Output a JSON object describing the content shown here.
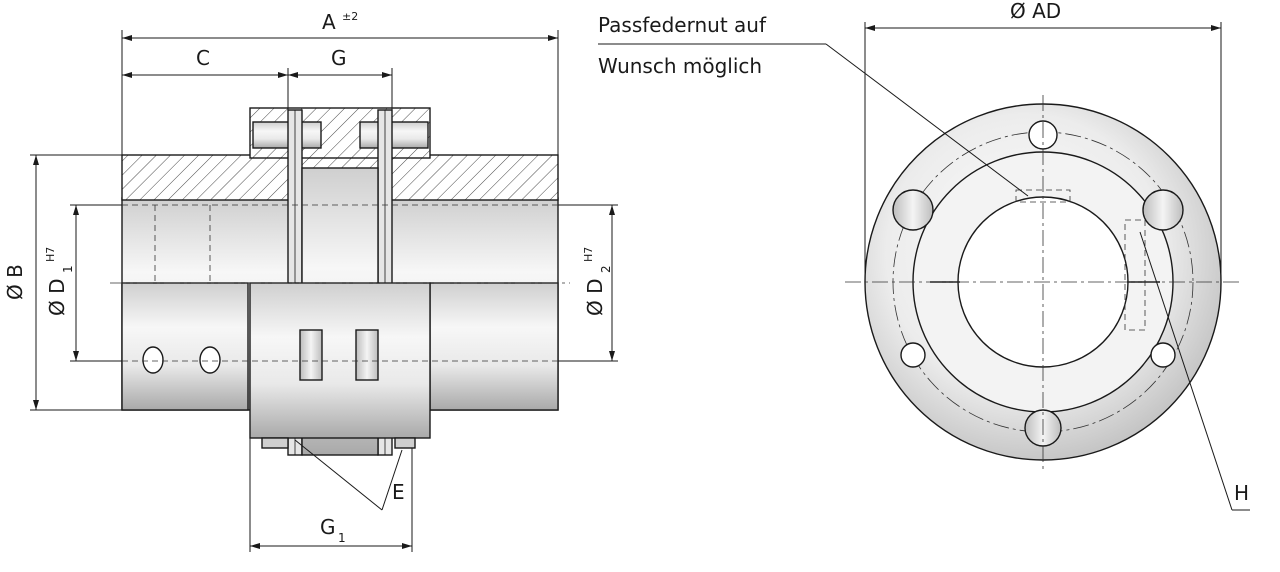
{
  "labels": {
    "A": "A",
    "A_tol": "±2",
    "C": "C",
    "G": "G",
    "G1": "G",
    "G1_sub": "1",
    "E": "E",
    "H": "H",
    "B": "Ø B",
    "D1": "Ø D",
    "D1_sub": "1",
    "D1_fit": "H7",
    "D2": "Ø D",
    "D2_sub": "2",
    "D2_fit": "H7",
    "AD": "Ø AD"
  },
  "note": {
    "line1": "Passfedernut auf",
    "line2": "Wunsch möglich"
  },
  "colors": {
    "line": "#1a1a1a",
    "metal_light": "#f2f2f2",
    "metal_mid": "#d6d6d6",
    "metal_dark": "#a8a8a8"
  }
}
